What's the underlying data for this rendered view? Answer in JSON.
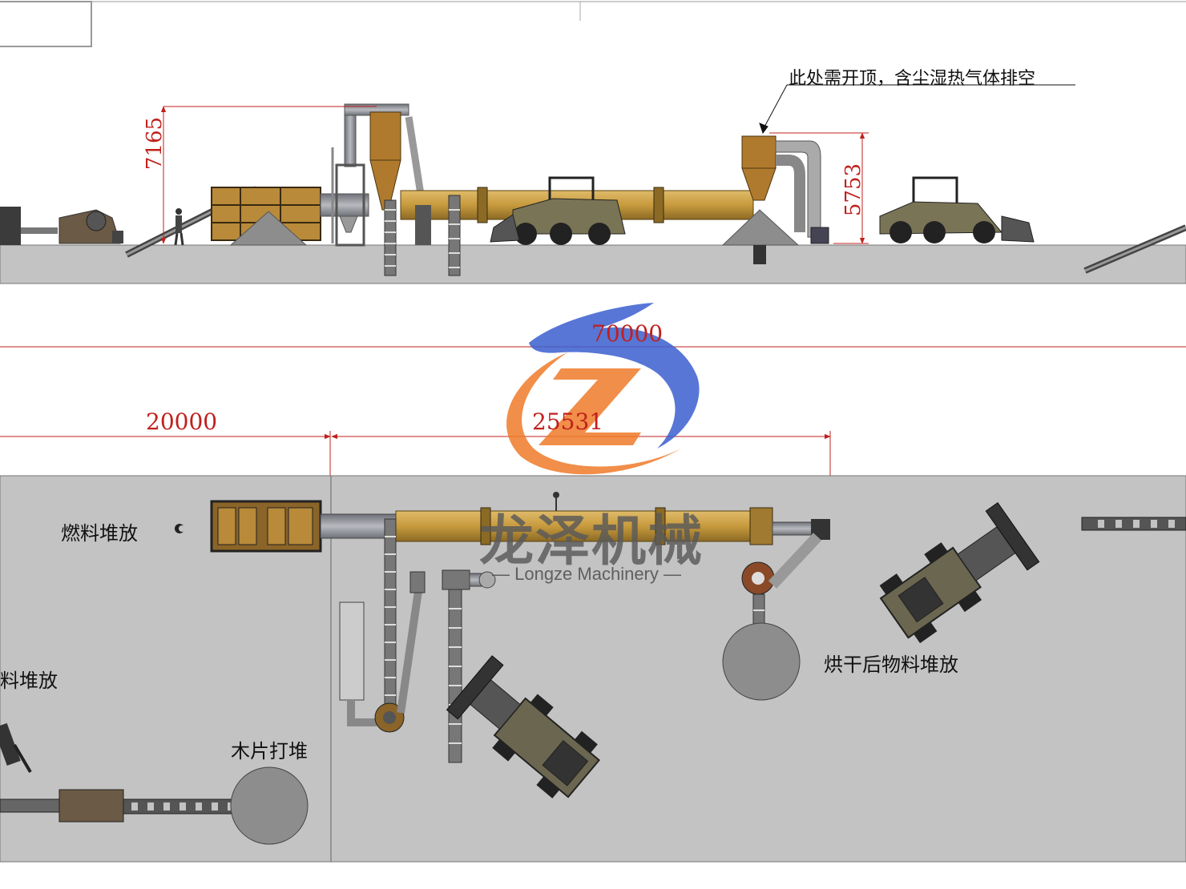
{
  "elevation": {
    "note": "此处需开顶，含尘湿热气体排空",
    "dim_height_left": "7165",
    "dim_height_right": "5753"
  },
  "plan": {
    "dim_total": "70000",
    "dim_left": "20000",
    "dim_main": "25531",
    "label_fuel": "燃料堆放",
    "label_raw": "料堆放",
    "label_chips": "木片打堆",
    "label_dried": "烘干后物料堆放"
  },
  "watermark": {
    "name_cn": "龙泽机械",
    "name_en": "— Longze Machinery —"
  },
  "colors": {
    "dimension": "#c0201c",
    "floor": "#c3c3c3",
    "drum": "#c79a3d",
    "steel": "#8e9097",
    "logo_blue": "#3a5fd0",
    "logo_orange": "#ef7b2a"
  }
}
